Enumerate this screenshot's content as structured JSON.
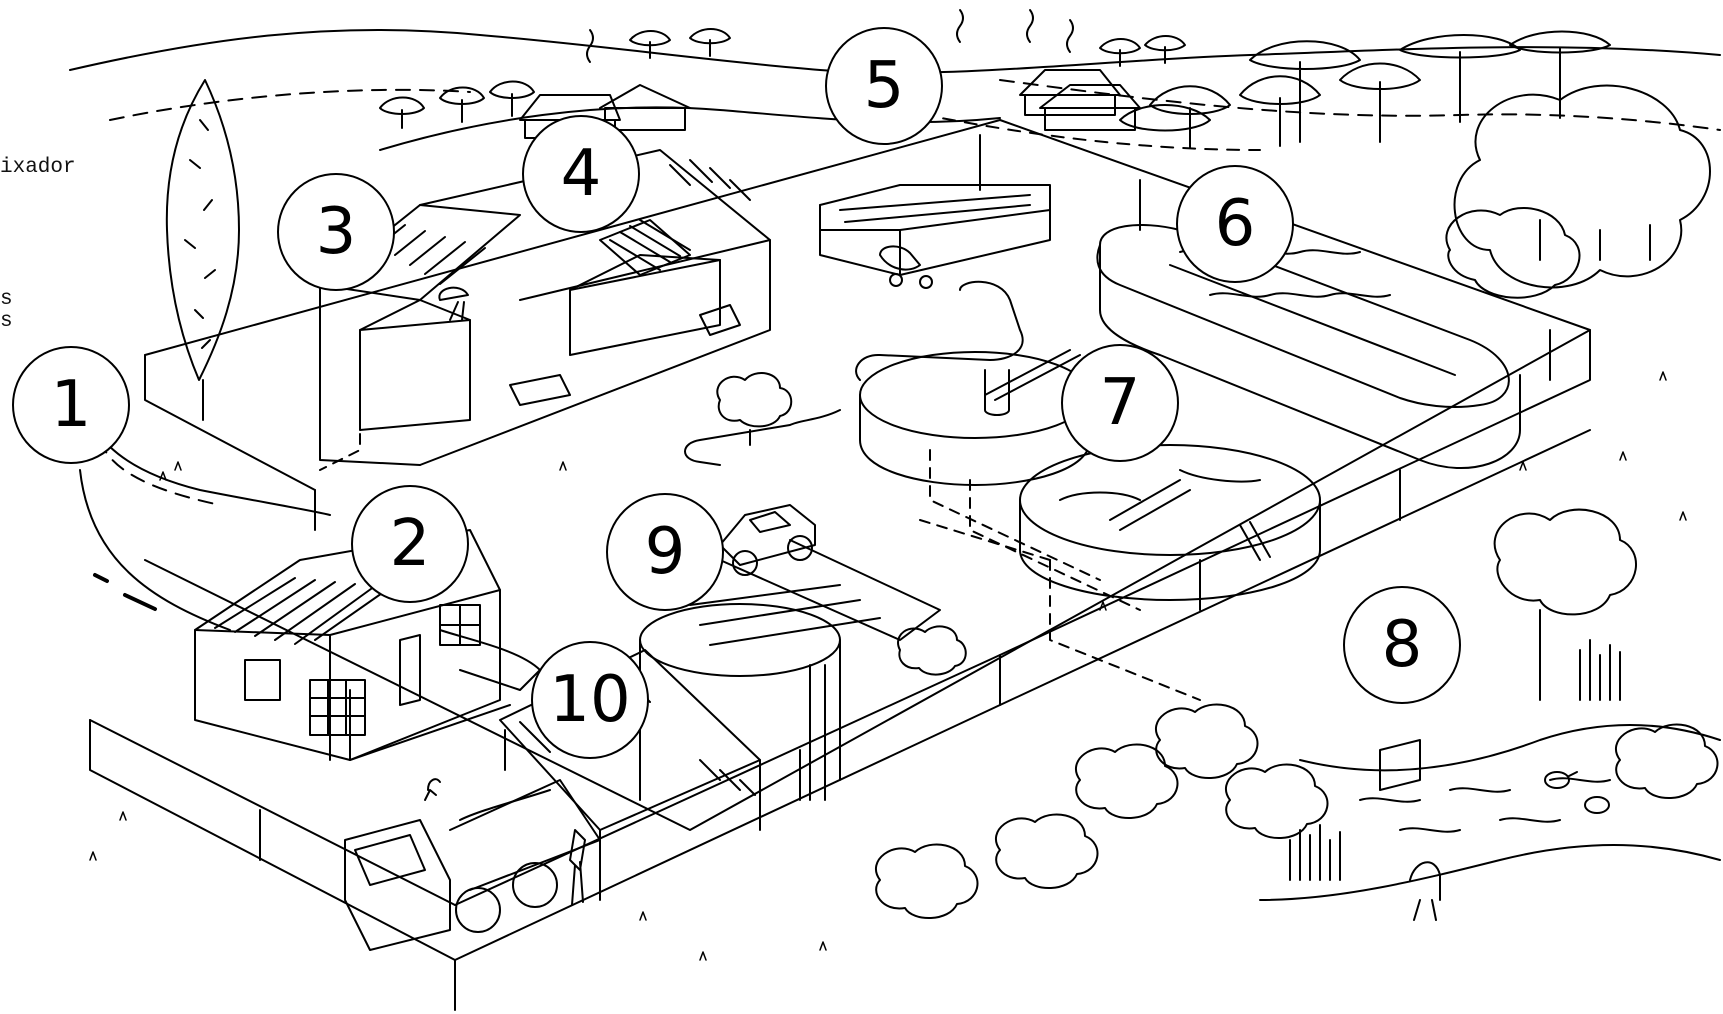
{
  "cutoff_text": {
    "line1": "ixador",
    "line2": "s",
    "line3": "s"
  },
  "labels": [
    "1",
    "2",
    "3",
    "4",
    "5",
    "6",
    "7",
    "8",
    "9",
    "10"
  ],
  "colors": {
    "ink": "#000000",
    "paper": "#ffffff"
  }
}
